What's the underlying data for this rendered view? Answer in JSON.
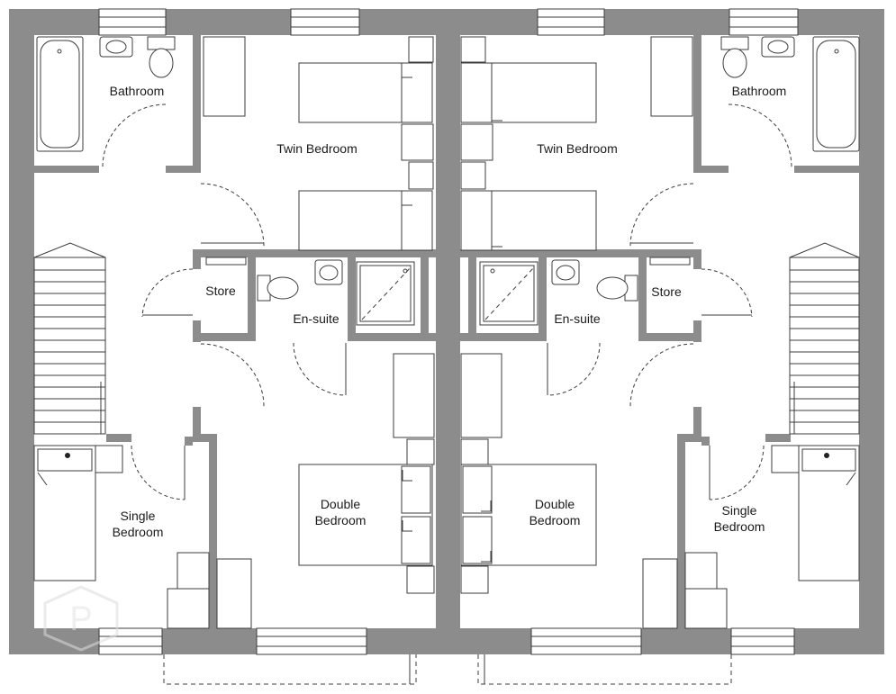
{
  "rooms": {
    "bathroom_left": "Bathroom",
    "twin_bedroom_left": "Twin Bedroom",
    "store_left": "Store",
    "ensuite_left": "En-suite",
    "single_bedroom_left": [
      "Single",
      "Bedroom"
    ],
    "double_bedroom_left": [
      "Double",
      "Bedroom"
    ],
    "bathroom_right": "Bathroom",
    "twin_bedroom_right": "Twin Bedroom",
    "store_right": "Store",
    "ensuite_right": "En-suite",
    "single_bedroom_right": [
      "Single",
      "Bedroom"
    ],
    "double_bedroom_right": [
      "Double",
      "Bedroom"
    ]
  },
  "watermark": {
    "letter": "P"
  }
}
